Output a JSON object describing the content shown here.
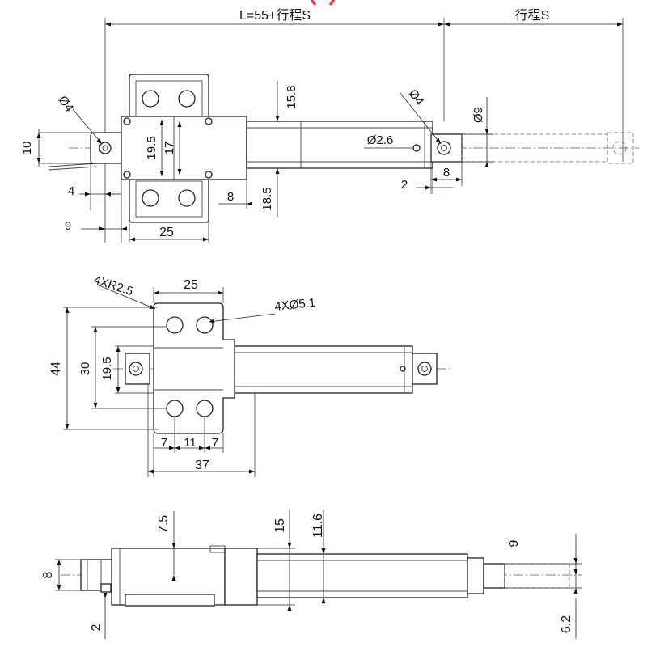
{
  "colors": {
    "line": "#222222",
    "edge_marker": "#ff2a2a",
    "background": "#ffffff"
  },
  "top_view": {
    "total_length": "L=55+行程S",
    "stroke": "行程S",
    "mount_hole_left": "Ø4",
    "mount_hole_right": "Ø4",
    "rod_dia": "Ø2.6",
    "rod_end_dia": "Ø9",
    "dim_15_8": "15.8",
    "dim_18_5": "18.5",
    "dim_19_5": "19.5",
    "dim_17": "17",
    "dim_10": "10",
    "dim_4": "4",
    "dim_9": "9",
    "dim_25": "25",
    "dim_8a": "8",
    "dim_2": "2",
    "dim_8b": "8"
  },
  "front_view": {
    "corner_radius": "4XR2.5",
    "bolt_holes": "4XØ5.1",
    "width_25": "25",
    "height_44": "44",
    "height_30": "30",
    "height_19_5": "19.5",
    "spacing_7a": "7",
    "spacing_11": "11",
    "spacing_7b": "7",
    "width_37": "37"
  },
  "side_view": {
    "dim_7_5": "7.5",
    "dim_15": "15",
    "dim_11_6": "11.6",
    "dim_9": "9",
    "dim_8": "8",
    "dim_2": "2",
    "dim_6_2": "6.2"
  }
}
